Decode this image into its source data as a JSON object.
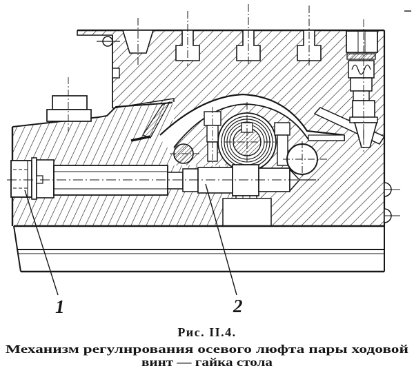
{
  "figure": {
    "part_label_1": "1",
    "part_label_2": "2",
    "figure_number": "Рис. II.4.",
    "caption_line1": "Механизм регулнрования осевого люфта пары ходовой",
    "caption_line2": "винт — гайка стола",
    "ink_color": "#1a1a1a",
    "background_color": "#ffffff"
  }
}
